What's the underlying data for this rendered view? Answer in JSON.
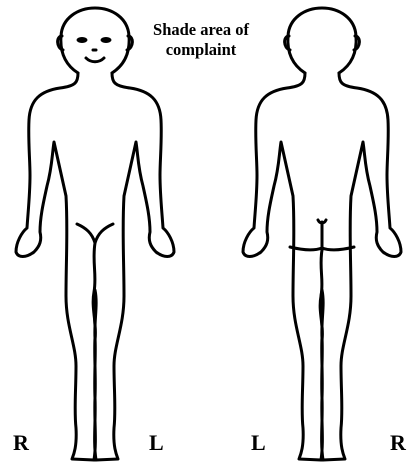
{
  "instruction": {
    "line1": "Shade area of",
    "line2": "complaint"
  },
  "front_view": {
    "right_label": "R",
    "left_label": "L"
  },
  "back_view": {
    "left_label": "L",
    "right_label": "R"
  }
}
